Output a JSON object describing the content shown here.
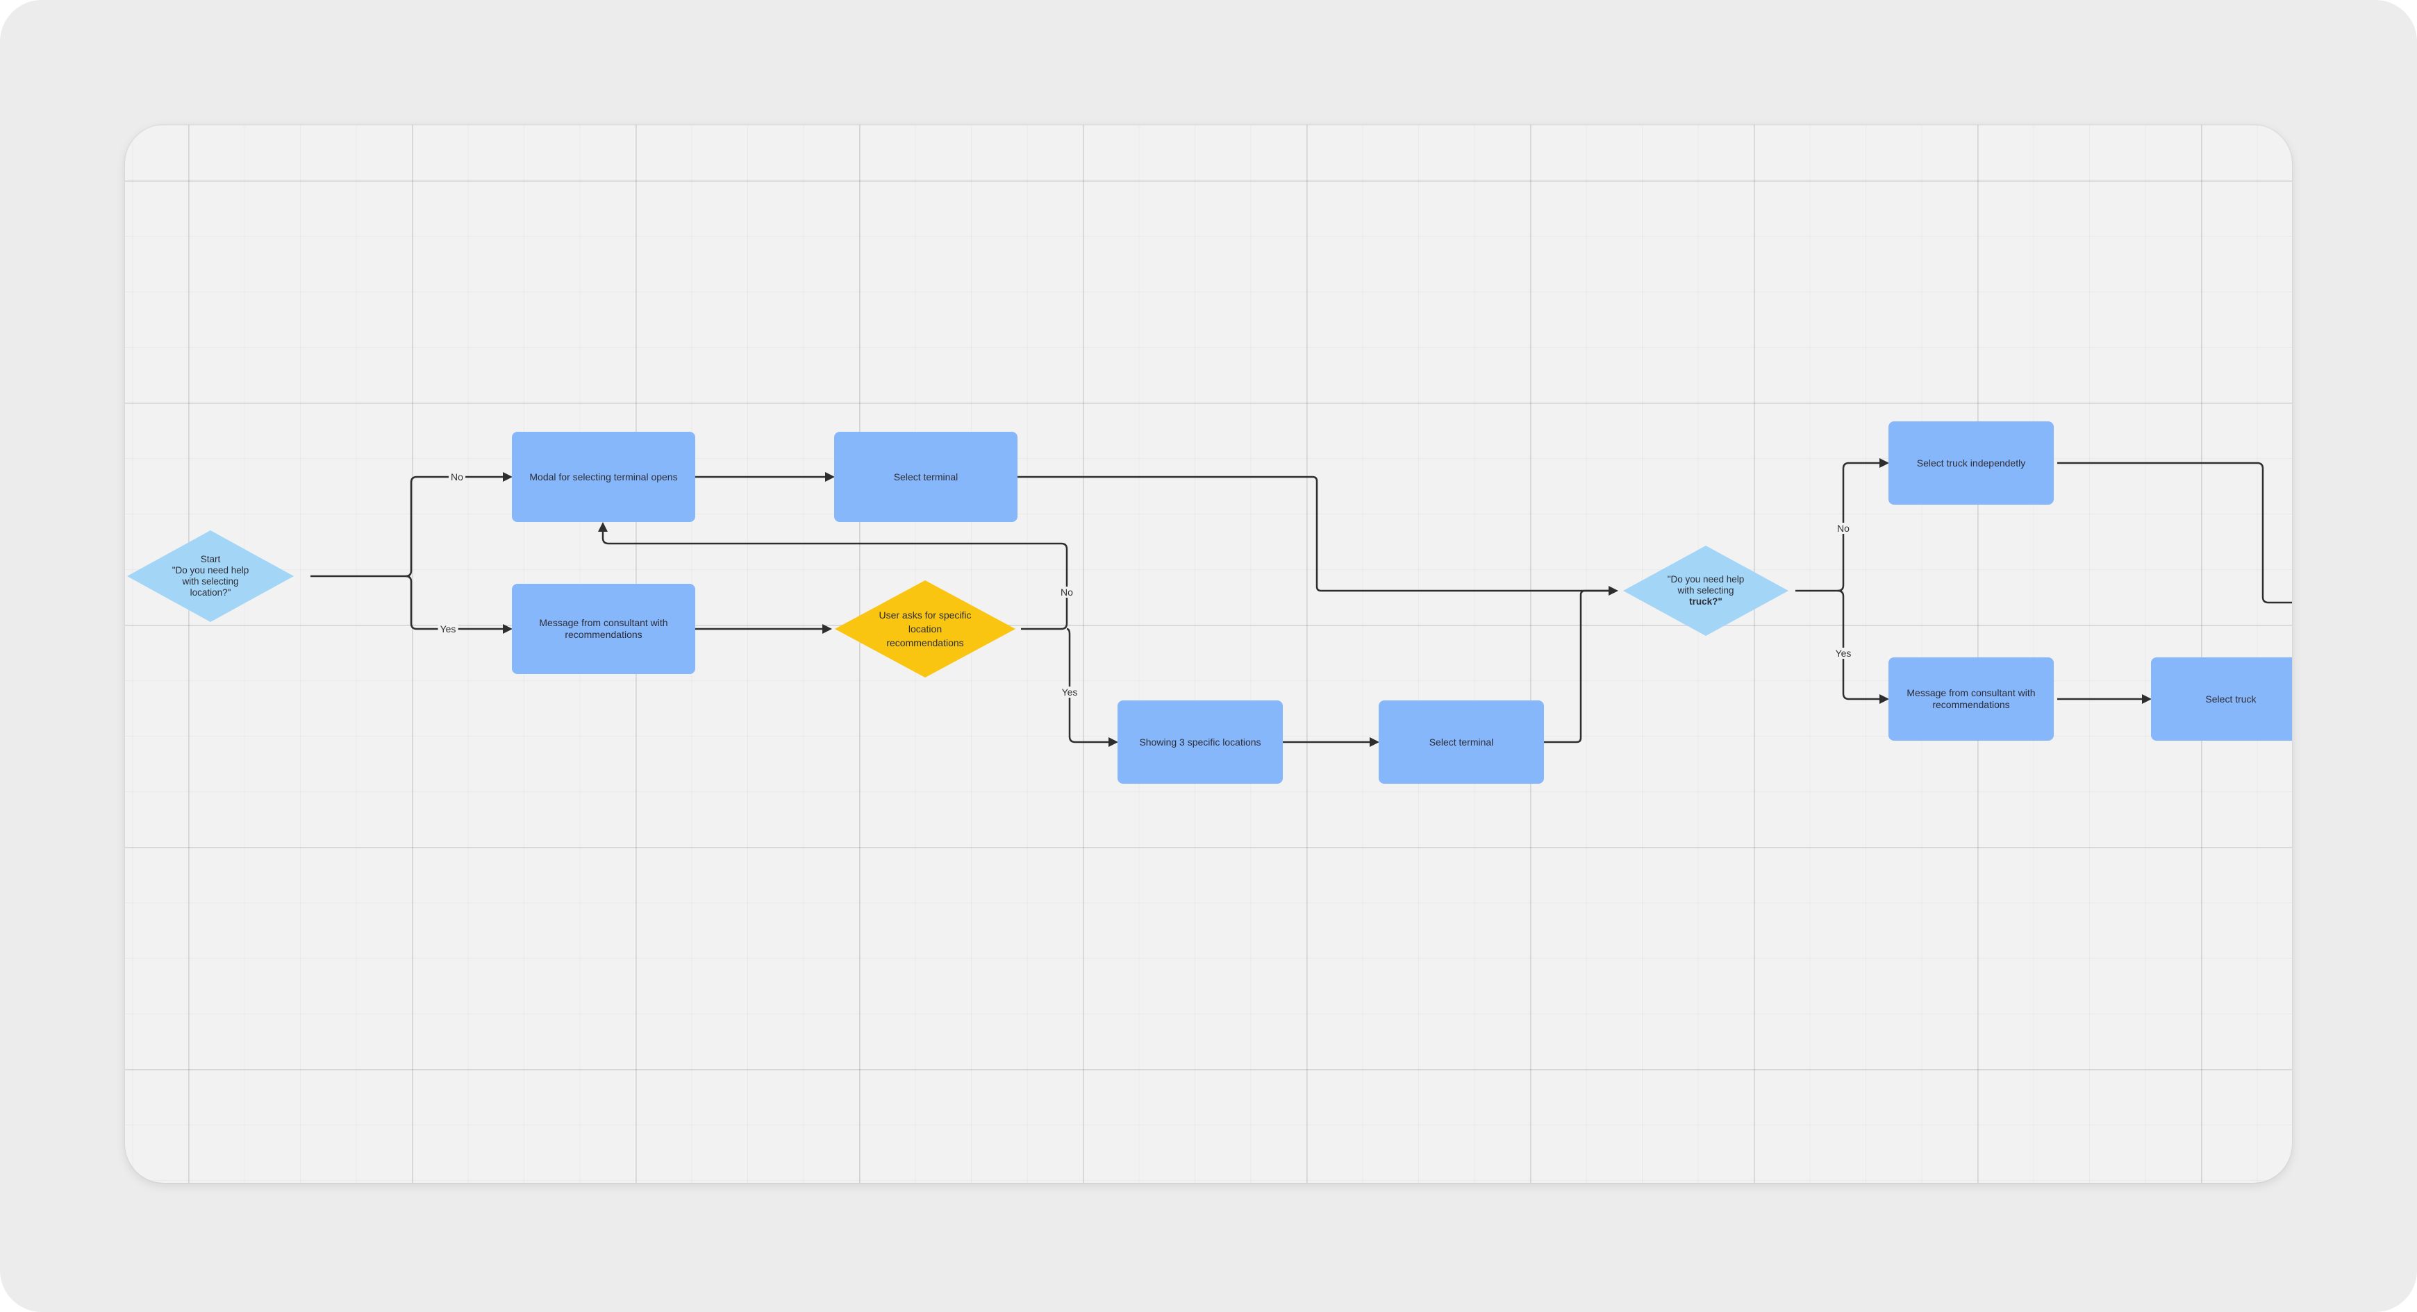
{
  "colors": {
    "background": "#ececec",
    "canvas": "#f2f2f2",
    "process_box": "#86b7fb",
    "decision_blue": "#a3d6f6",
    "decision_yellow": "#f9c511",
    "edge": "#2e2e2e"
  },
  "nodes": {
    "start_decision": {
      "shape": "diamond",
      "lines": [
        "Start",
        "\"Do you need help",
        "with selecting",
        "location?\""
      ]
    },
    "modal_terminal": {
      "shape": "rectangle",
      "text": "Modal for selecting terminal opens"
    },
    "select_terminal_1": {
      "shape": "rectangle",
      "text": "Select terminal"
    },
    "message_consultant_1": {
      "shape": "rectangle",
      "text": "Message from consultant with recommendations"
    },
    "user_asks_decision": {
      "shape": "diamond",
      "lines": [
        "User asks for specific",
        "location",
        "recommendations"
      ]
    },
    "showing_locations": {
      "shape": "rectangle",
      "text": "Showing 3 specific locations"
    },
    "select_terminal_2": {
      "shape": "rectangle",
      "text": "Select terminal"
    },
    "truck_decision": {
      "shape": "diamond",
      "lines": [
        "\"Do you need help",
        "with selecting",
        "truck?\""
      ]
    },
    "select_truck_independently": {
      "shape": "rectangle",
      "text": "Select truck independetly"
    },
    "message_consultant_2": {
      "shape": "rectangle",
      "text": "Message from consultant with recommendations"
    },
    "select_truck": {
      "shape": "rectangle",
      "text": "Select truck"
    }
  },
  "edge_labels": {
    "start_no": "No",
    "start_yes": "Yes",
    "user_asks_no": "No",
    "user_asks_yes": "Yes",
    "truck_no": "No",
    "truck_yes": "Yes"
  }
}
